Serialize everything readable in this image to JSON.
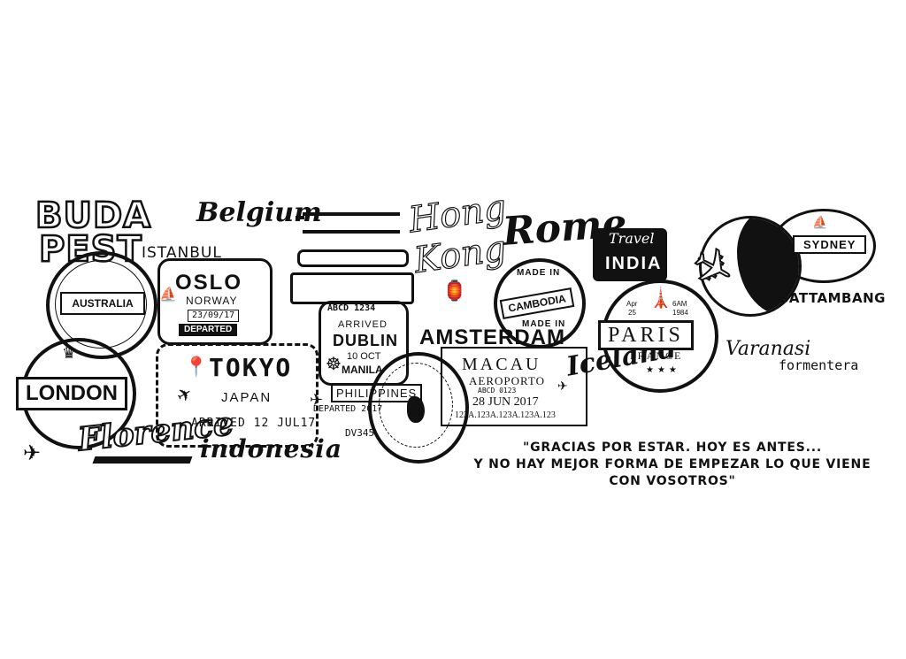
{
  "stamps": {
    "budapest_top": "BUDA",
    "budapest_bottom": "PEST",
    "istanbul": "ISTANBUL",
    "belgium": "Belgium",
    "australia": "AUSTRALIA",
    "oslo_city": "OSLO",
    "oslo_country": "NORWAY",
    "oslo_date": "23/09/17",
    "oslo_status": "DEPARTED",
    "london": "LONDON",
    "florence": "Florence",
    "tokyo_city": "TOKYO",
    "tokyo_country": "JAPAN",
    "tokyo_arrived": "ARRIVED 12 JUL17",
    "indonesia": "indonesia",
    "dublin_code": "ABCD 1234",
    "dublin_status": "ARRIVED",
    "dublin_city": "DUBLIN",
    "dublin_date": "10 OCT",
    "manila": "MANILA",
    "philippines": "PHILIPPINES",
    "philippines_departed": "DEPARTED 2017",
    "dv_code": "DV345",
    "hong_kong_1": "Hong",
    "hong_kong_2": "Kong",
    "rome": "Rome",
    "cambodia_top": "MADE IN",
    "cambodia": "CAMBODIA",
    "cambodia_bottom": "MADE IN",
    "travel": "Travel",
    "india": "INDIA",
    "amsterdam": "AMSTERDAM",
    "macau_city": "MACAU",
    "macau_airport": "AEROPORTO",
    "macau_code": "ABCD 0123",
    "macau_date": "28 JUN 2017",
    "macau_strip": "123A.123A.123A.123A.123",
    "iceland": "Iceland",
    "paris_month": "Apr",
    "paris_day": "25",
    "paris_time": "6AM",
    "paris_year": "1984",
    "paris": "PARIS",
    "france": "FRANCE",
    "sydney": "SYDNEY",
    "battambang": "BATTAMBANG",
    "varanasi": "Varanasi",
    "formentera": "formentera"
  },
  "quote": {
    "line1": "\"GRACIAS POR ESTAR. HOY ES ANTES...",
    "line2": "Y NO HAY MEJOR FORMA DE EMPEZAR LO QUE VIENE",
    "line3": "CON VOSOTROS\""
  },
  "icons": [
    "airplane-icon",
    "location-pin-icon",
    "ship-wheel-icon",
    "sailboat-icon",
    "eiffel-tower-icon",
    "crown-icon",
    "lantern-icon",
    "star-icon"
  ],
  "colors": {
    "ink": "#111111",
    "paper": "#ffffff"
  }
}
